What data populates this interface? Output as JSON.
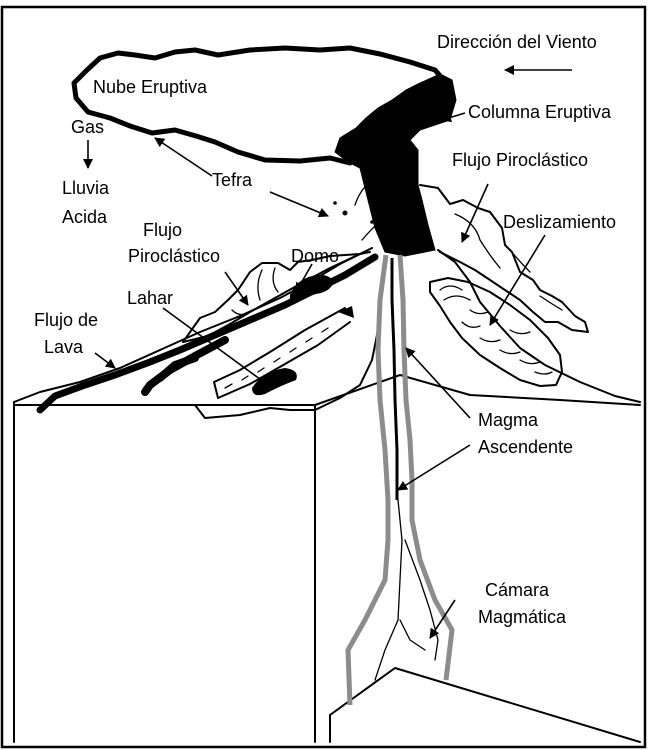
{
  "labels": {
    "wind": "Dirección del Viento",
    "cloud": "Nube Eruptiva",
    "gas": "Gas",
    "rain_1": "Lluvia",
    "rain_2": "Acida",
    "column": "Columna Eruptiva",
    "tephra": "Tefra",
    "pyro_right_1": "Flujo Piroclástico",
    "landslide": "Deslizamiento",
    "pyro_left_1": "Flujo",
    "pyro_left_2": "Piroclástico",
    "dome": "Domo",
    "lahar": "Lahar",
    "lava_1": "Flujo de",
    "lava_2": "Lava",
    "magma_1": "Magma",
    "magma_2": "Ascendente",
    "chamber_1": "Cámara",
    "chamber_2": "Magmática"
  },
  "colors": {
    "ink": "#000000",
    "paper": "#ffffff",
    "conduit": "#8c8c8c"
  }
}
